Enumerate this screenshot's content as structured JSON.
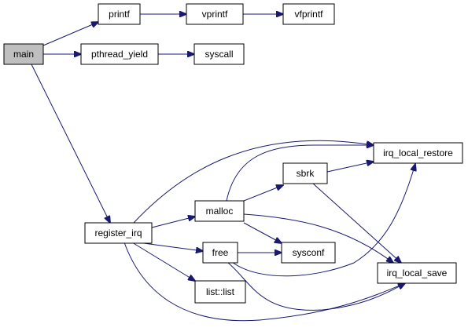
{
  "diagram": {
    "type": "call-graph",
    "colors": {
      "edge": "#191970",
      "node_fill": "#ffffff",
      "root_fill": "#bfbfbf",
      "border": "#000000"
    },
    "nodes": [
      {
        "id": "main",
        "label": "main",
        "root": true
      },
      {
        "id": "printf",
        "label": "printf"
      },
      {
        "id": "vprintf",
        "label": "vprintf"
      },
      {
        "id": "vfprintf",
        "label": "vfprintf"
      },
      {
        "id": "pthread_yield",
        "label": "pthread_yield"
      },
      {
        "id": "syscall",
        "label": "syscall"
      },
      {
        "id": "register_irq",
        "label": "register_irq"
      },
      {
        "id": "malloc",
        "label": "malloc"
      },
      {
        "id": "free",
        "label": "free"
      },
      {
        "id": "list_list",
        "label": "list::list"
      },
      {
        "id": "sbrk",
        "label": "sbrk"
      },
      {
        "id": "sysconf",
        "label": "sysconf"
      },
      {
        "id": "irq_local_restore",
        "label": "irq_local_restore"
      },
      {
        "id": "irq_local_save",
        "label": "irq_local_save"
      }
    ],
    "edges": [
      {
        "from": "main",
        "to": "printf"
      },
      {
        "from": "main",
        "to": "pthread_yield"
      },
      {
        "from": "main",
        "to": "register_irq"
      },
      {
        "from": "printf",
        "to": "vprintf"
      },
      {
        "from": "vprintf",
        "to": "vfprintf"
      },
      {
        "from": "pthread_yield",
        "to": "syscall"
      },
      {
        "from": "register_irq",
        "to": "irq_local_restore"
      },
      {
        "from": "register_irq",
        "to": "malloc"
      },
      {
        "from": "register_irq",
        "to": "free"
      },
      {
        "from": "register_irq",
        "to": "list_list"
      },
      {
        "from": "register_irq",
        "to": "irq_local_save"
      },
      {
        "from": "malloc",
        "to": "sbrk"
      },
      {
        "from": "malloc",
        "to": "irq_local_restore"
      },
      {
        "from": "malloc",
        "to": "sysconf"
      },
      {
        "from": "malloc",
        "to": "irq_local_save"
      },
      {
        "from": "sbrk",
        "to": "irq_local_restore"
      },
      {
        "from": "sbrk",
        "to": "irq_local_save"
      },
      {
        "from": "free",
        "to": "sysconf"
      },
      {
        "from": "free",
        "to": "irq_local_restore"
      },
      {
        "from": "free",
        "to": "irq_local_save"
      }
    ]
  }
}
